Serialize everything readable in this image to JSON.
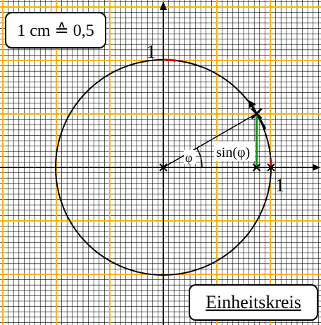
{
  "scale_label": "1 cm ≙ 0,5",
  "title": "Einheitskreis",
  "label_one_x": "1",
  "label_one_y": "1",
  "label_phi": "φ",
  "label_sin": "sin(φ)",
  "angle_deg": 30,
  "colors": {
    "minor_grid": "#000000",
    "major_grid": "#ffb300",
    "circle": "#000000",
    "radius": "#000000",
    "sine": "#00a000",
    "tick": "#cc0000"
  }
}
